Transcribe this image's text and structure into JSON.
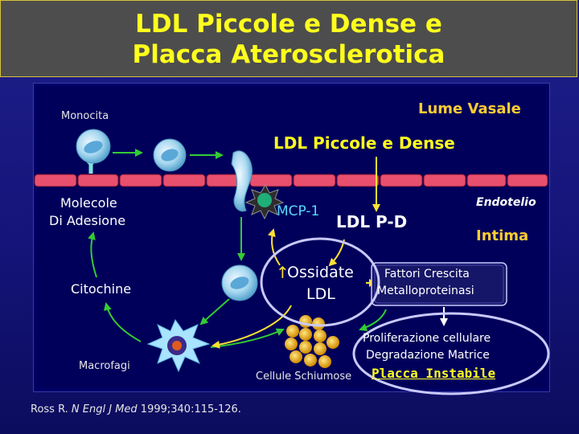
{
  "title": {
    "line1": "LDL Piccole e Dense e",
    "line2": "Placca Aterosclerotica"
  },
  "diagram": {
    "lume_vasale": "Lume Vasale",
    "ldl_piccole_dense": "LDL Piccole e Dense",
    "monocita": "Monocita",
    "endotelio": "Endotelio",
    "intima": "Intima",
    "molecole_1": "Molecole",
    "molecole_2": "Di Adesione",
    "mcp1": "MCP-1",
    "ldl_pd": "LDL P-D",
    "ossidate_arrow": "↑",
    "ossidate_1": "Ossidate",
    "ossidate_2": "LDL",
    "fattori_1": "Fattori Crescita",
    "fattori_2": "Metalloproteinasi",
    "citochine": "Citochine",
    "proliferazione": "Proliferazione cellulare",
    "degradazione": "Degradazione Matrice",
    "placca": "Placca Instabile",
    "macrofagi": "Macrofagi",
    "cellule_schiumose": "Cellule Schiumose"
  },
  "footer": {
    "author": "Ross R. ",
    "journal": "N Engl J Med",
    "ref": " 1999;340:115-126."
  },
  "colors": {
    "title_text": "#ffff1e",
    "endothelium": "#e8506e",
    "arrow_green": "#33cc33",
    "arrow_yellow": "#ffe033",
    "highlight_ellipse": "#c9c9ff",
    "lume_label": "#ffcc33"
  }
}
